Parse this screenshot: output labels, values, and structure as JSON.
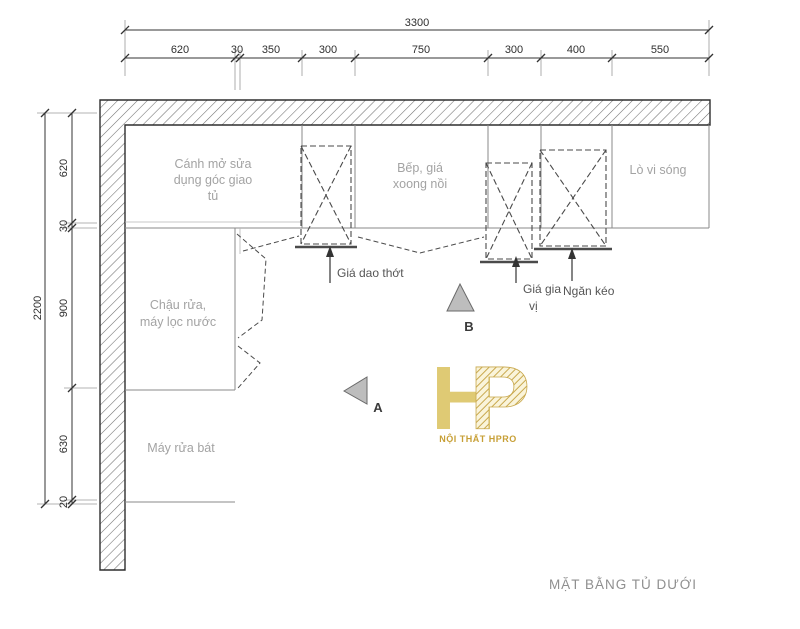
{
  "drawing": {
    "caption": "MẶT BẰNG TỦ DƯỚI"
  },
  "dimensions": {
    "top_total": "3300",
    "top_segments": [
      "620",
      "30",
      "350",
      "300",
      "750",
      "300",
      "400",
      "550"
    ],
    "left_total": "2200",
    "left_segments": [
      "620",
      "30",
      "900",
      "630",
      "20"
    ]
  },
  "labels": {
    "corner_cabinet": [
      "Cánh mở sửa",
      "dụng góc giao",
      "tủ"
    ],
    "stove": [
      "Bếp, giá",
      "xoong nồi"
    ],
    "microwave": "Lò vi sóng",
    "sink": [
      "Chậu rửa,",
      "máy lọc nước"
    ],
    "dishwasher": "Máy rửa bát",
    "knife_rack": "Giá dao thớt",
    "spice_rack": [
      "Giá gia",
      "vị"
    ],
    "drawers": "Ngăn kéo"
  },
  "markers": {
    "a": "A",
    "b": "B"
  },
  "logo": {
    "letter_h": "H",
    "letter_p": "P",
    "subtitle": "NỘI THẤT HPRO"
  },
  "colors": {
    "logo_gold": "#d8c36b",
    "logo_text_gold": "#c79f35",
    "label_gray": "#a3a3a3",
    "line_dark": "#333333",
    "triangle_fill": "#bdbdbd"
  }
}
